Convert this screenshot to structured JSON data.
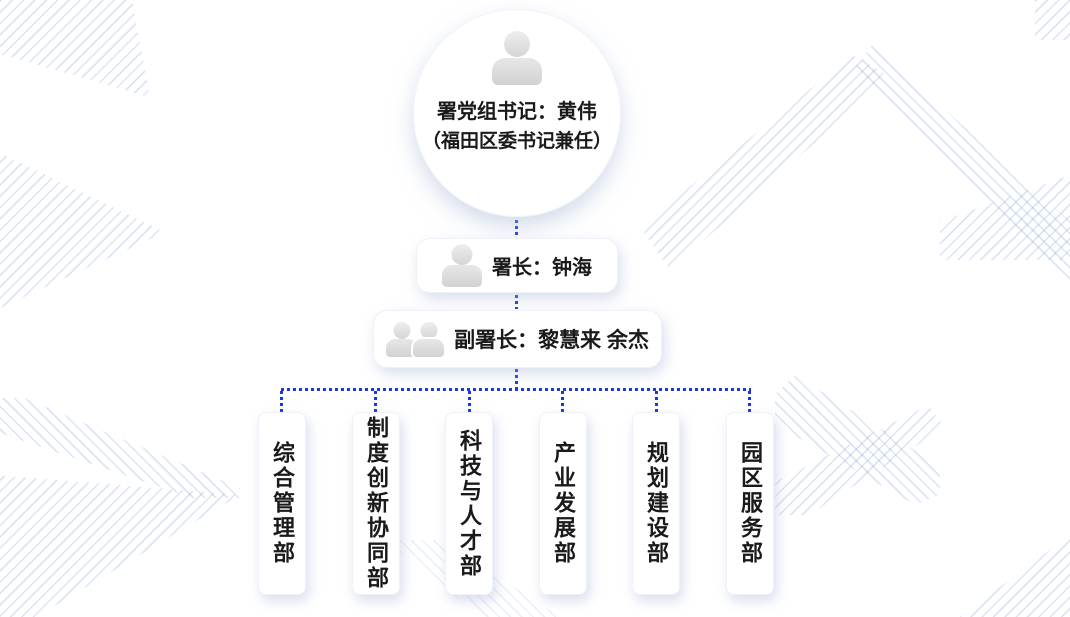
{
  "chart": {
    "type": "org-chart",
    "root": {
      "title": "署党组书记：黄伟",
      "subtitle": "（福田区委书记兼任）",
      "icon": "person-icon"
    },
    "director": {
      "label": "署长：钟海",
      "icon": "person-icon"
    },
    "deputy": {
      "label": "副署长：黎慧来 余杰",
      "icon": "two-persons-icon"
    },
    "departments": [
      {
        "name": "综合管理部"
      },
      {
        "name": "制度创新协同部"
      },
      {
        "name": "科技与人才部"
      },
      {
        "name": "产业发展部"
      },
      {
        "name": "规划建设部"
      },
      {
        "name": "园区服务部"
      }
    ],
    "colors": {
      "connector_blue": "#1c38e2",
      "text_dark": "#1a1a1a",
      "node_background": "#ffffff",
      "icon_gray": "#d9d9d9",
      "pattern_blue": "#dbe5f4"
    }
  }
}
